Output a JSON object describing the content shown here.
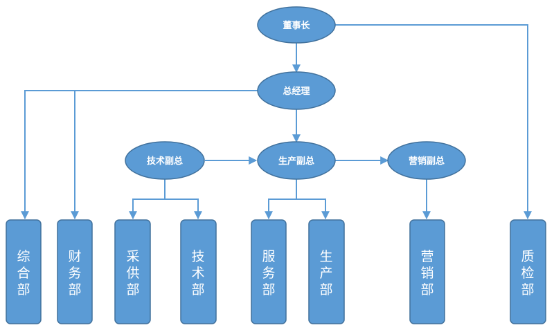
{
  "chairman": "董事长",
  "general_manager": "总经理",
  "vp_technology": "技术副总",
  "vp_production": "生产副总",
  "vp_marketing": "营销副总",
  "departments": {
    "general_affairs": [
      "综",
      "合",
      "部"
    ],
    "finance": [
      "财",
      "务",
      "部"
    ],
    "procurement": [
      "采",
      "供",
      "部"
    ],
    "technology": [
      "技",
      "术",
      "部"
    ],
    "service": [
      "服",
      "务",
      "部"
    ],
    "production": [
      "生",
      "产",
      "部"
    ],
    "marketing": [
      "营",
      "销",
      "部"
    ],
    "quality": [
      "质",
      "检",
      "部"
    ]
  },
  "colors": {
    "node_fill": "#5b9bd5",
    "node_stroke": "#41719c",
    "connector": "#5b9bd5"
  }
}
